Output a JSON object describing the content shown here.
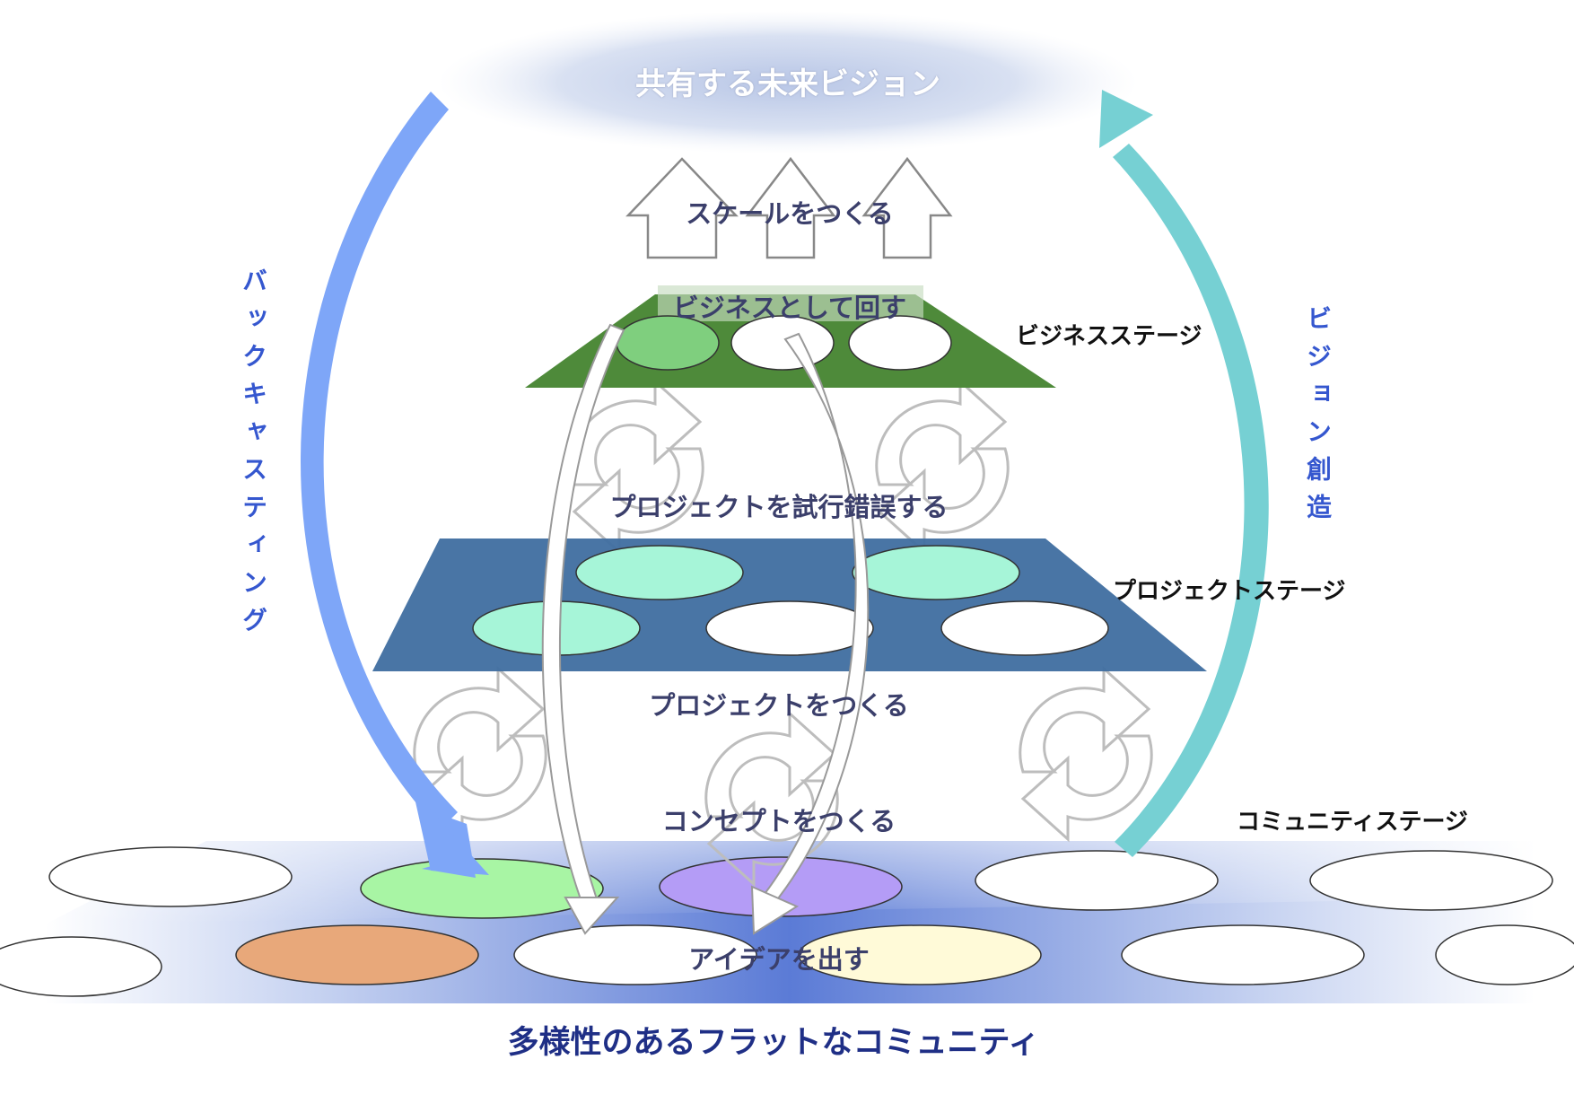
{
  "vision_title": "共有する未来ビジョン",
  "process_labels": {
    "scale": "スケールをつくる",
    "business": "ビジネスとして回す",
    "trial": "プロジェクトを試行錯誤する",
    "project": "プロジェクトをつくる",
    "concept": "コンセプトをつくる",
    "idea": "アイデアを出す"
  },
  "stage_labels": {
    "business": "ビジネスステージ",
    "project": "プロジェクトステージ",
    "community": "コミュニティステージ"
  },
  "side_labels": {
    "left": "バックキャスティング",
    "right": "ビジョン創造"
  },
  "community_caption": "多様性のあるフラットなコミュニティ",
  "colors": {
    "backcasting_arrow": "#7ea6f8",
    "vision_arrow": "#76d0d3",
    "business_stage": "#4e8a3a",
    "project_stage": "#3f6ea0",
    "community_band": "#5b7bd6",
    "label_text": "#3b3f6b",
    "side_text": "#3557cf",
    "caption_text": "#1f2f86"
  }
}
